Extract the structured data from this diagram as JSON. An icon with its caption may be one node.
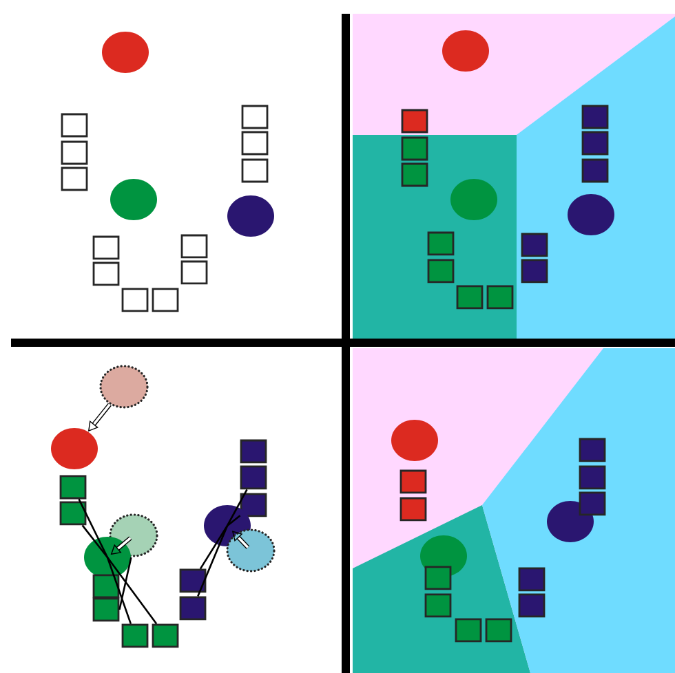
{
  "diagram": {
    "nodes": [
      {
        "text": [],
        "shape": "circle"
      },
      {
        "text": [],
        "shape": "circle"
      },
      {
        "text": [],
        "shape": "box"
      },
      {
        "text": [],
        "shape": "box"
      },
      {
        "text": [],
        "shape": "box"
      },
      {
        "text": [],
        "shape": "box"
      },
      {
        "text": [],
        "shape": "box"
      },
      {
        "text": [],
        "shape": "circle"
      },
      {
        "text": [],
        "shape": "circle"
      },
      {
        "text": [],
        "shape": "circle"
      },
      {
        "text": [],
        "shape": "circle"
      },
      {
        "text": [],
        "shape": "box"
      },
      {
        "text": [],
        "shape": "box"
      },
      {
        "text": [],
        "shape": "box"
      },
      {
        "text": [],
        "shape": "box"
      },
      {
        "text": [],
        "shape": "box"
      },
      {
        "text": [],
        "shape": "box"
      }
    ],
    "edges": [
      {
        "from": 0,
        "to": 1,
        "arrow": "to",
        "style": "thick"
      },
      {
        "from": 8,
        "to": 10,
        "arrow": "to",
        "style": "thick"
      },
      {
        "from": 9,
        "to": 7,
        "arrow": "to",
        "style": "thick"
      },
      {
        "from": 4,
        "to": 10,
        "arrow": "none"
      },
      {
        "from": 6,
        "to": 10,
        "arrow": "none"
      },
      {
        "from": 14,
        "to": 10,
        "arrow": "none"
      },
      {
        "from": 15,
        "to": 10,
        "arrow": "none"
      },
      {
        "from": 16,
        "to": 10,
        "arrow": "none"
      },
      {
        "from": 3,
        "to": 7,
        "arrow": "none"
      },
      {
        "from": 5,
        "to": 7,
        "arrow": "none"
      },
      {
        "from": 12,
        "to": 7,
        "arrow": "none"
      },
      {
        "from": 13,
        "to": 7,
        "arrow": "none"
      }
    ]
  }
}
